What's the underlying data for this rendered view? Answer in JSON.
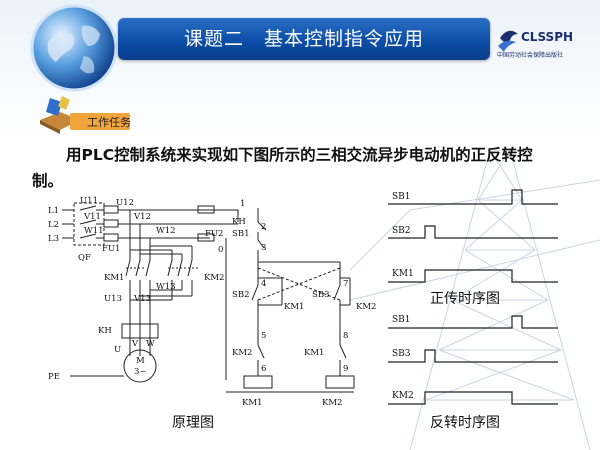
{
  "header": {
    "title": "课题二　基本控制指令应用",
    "logo_name": "CLSSPH",
    "logo_subtitle": "中国劳动社会保障出版社"
  },
  "task": {
    "label": "工作任务",
    "text": "用PLC控制系统来实现如下图所示的三相交流异步电动机的正反转控制。"
  },
  "schematic": {
    "caption": "原理图",
    "labels": {
      "L1": "L1",
      "L2": "L2",
      "L3": "L3",
      "U11": "U11",
      "V11": "V11",
      "W11": "W11",
      "U12": "U12",
      "V12": "V12",
      "W12": "W12",
      "QF": "QF",
      "FU1": "FU1",
      "FU2": "FU2",
      "KM1_main": "KM1",
      "KM2_main": "KM2",
      "U13": "U13",
      "V13": "V13",
      "W13": "W13",
      "KH_main": "KH",
      "U": "U",
      "V": "V",
      "W": "W",
      "motor_m": "M",
      "motor_3": "3~",
      "PE": "PE",
      "n1": "1",
      "n0": "0",
      "n2": "2",
      "n3": "3",
      "n4": "4",
      "n5": "5",
      "n6": "6",
      "n7": "7",
      "n8": "8",
      "n9": "9",
      "KH_ctrl": "KH",
      "SB1": "SB1",
      "SB2": "SB2",
      "SB3": "SB3",
      "KM1_a": "KM1",
      "KM2_a": "KM2",
      "KM2_b": "KM2",
      "KM1_b": "KM1",
      "KM1_coil": "KM1",
      "KM2_coil": "KM2"
    }
  },
  "timing_forward": {
    "caption": "正传时序图",
    "signals": [
      "SB1",
      "SB2",
      "KM1"
    ]
  },
  "timing_reverse": {
    "caption": "反转时序图",
    "signals": [
      "SB1",
      "SB3",
      "KM2"
    ]
  }
}
